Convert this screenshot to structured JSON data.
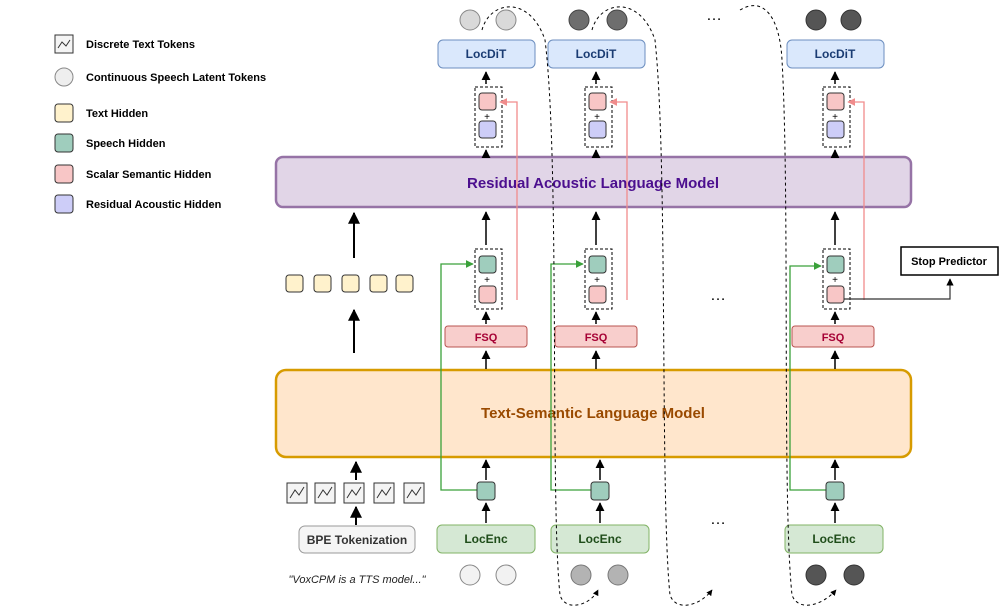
{
  "legend": {
    "items": [
      {
        "label": "Discrete Text Tokens",
        "kind": "text-token",
        "fill": "#f4f4f4",
        "stroke": "#333333"
      },
      {
        "label": "Continuous Speech Latent Tokens",
        "kind": "circle",
        "fill": "#eeeeee",
        "stroke": "#888888"
      },
      {
        "label": "Text Hidden",
        "kind": "square",
        "fill": "#fff2cc",
        "stroke": "#333333"
      },
      {
        "label": "Speech Hidden",
        "kind": "square",
        "fill": "#9fcdbd",
        "stroke": "#333333"
      },
      {
        "label": "Scalar Semantic Hidden",
        "kind": "square",
        "fill": "#f8c6c6",
        "stroke": "#333333"
      },
      {
        "label": "Residual Acoustic Hidden",
        "kind": "square",
        "fill": "#cdcdf8",
        "stroke": "#333333"
      }
    ]
  },
  "models": {
    "ralm": {
      "label": "Residual Acoustic Language Model",
      "fill": "#e1d5e7",
      "stroke": "#9673a6",
      "text_color": "#4c0f8f"
    },
    "tslm": {
      "label": "Text-Semantic Language Model",
      "fill": "#ffe6cc",
      "stroke": "#d79b00",
      "text_color": "#9a4a00"
    }
  },
  "blocks": {
    "locdit": "LocDiT",
    "fsq": "FSQ",
    "locenc": "LocEnc",
    "bpe": "BPE Tokenization",
    "stop_predictor": "Stop Predictor",
    "plus": "+",
    "ellipsis": "…"
  },
  "input_text": "\"VoxCPM is a TTS model...\"",
  "colors": {
    "locdit_fill": "#dae8fc",
    "locdit_stroke": "#6c8ebf",
    "locenc_fill": "#d5e8d4",
    "locenc_stroke": "#82b366",
    "fsq_fill": "#f8cecc",
    "fsq_stroke": "#b85450",
    "fsq_text": "#a50034",
    "speech_hidden": "#9fcdbd",
    "scalar_semantic": "#f8c6c6",
    "residual_acoustic": "#cdcdf8",
    "text_hidden": "#fff2cc",
    "green_line": "#3aa13a",
    "pink_line": "#f08c8c",
    "token_light": "#eeeeee",
    "token_mid": "#b3b3b3",
    "token_dark": "#6e6e6e"
  }
}
